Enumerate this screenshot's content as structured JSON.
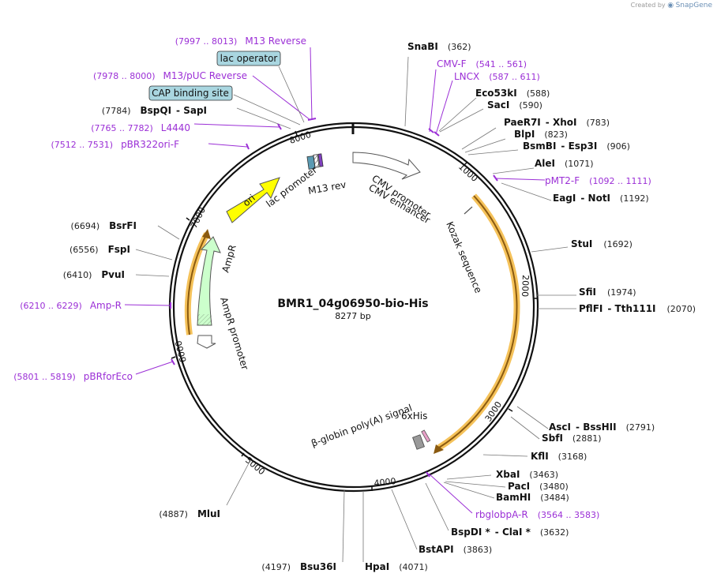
{
  "credit": {
    "prefix": "Created by",
    "brand": "SnapGene"
  },
  "plasmid": {
    "name": "BMR1_04g06950-bio-His",
    "length_label": "8277 bp",
    "length": 8277
  },
  "ticks": [
    "1000",
    "2000",
    "3000",
    "4000",
    "5000",
    "6000",
    "7000",
    "8000"
  ],
  "tick_values": [
    1000,
    2000,
    3000,
    4000,
    5000,
    6000,
    7000,
    8000
  ],
  "colors": {
    "primer": "#9b2fd6",
    "orf": "#f5c25a",
    "ori": "#ffff00",
    "ampr": "#ccffcc",
    "box": "#a9d6e0"
  },
  "enzymes": [
    {
      "name": "SnaBI",
      "pos": "(362)"
    },
    {
      "name": "Eco53kI",
      "pos": "(588)"
    },
    {
      "name": "SacI",
      "pos": "(590)"
    },
    {
      "name": "PaeR7I",
      "name2": "XhoI",
      "pos": "(783)"
    },
    {
      "name": "BlpI",
      "pos": "(823)"
    },
    {
      "name": "BsmBI",
      "name2": "Esp3I",
      "pos": "(906)"
    },
    {
      "name": "AleI",
      "pos": "(1071)"
    },
    {
      "name": "EagI",
      "name2": "NotI",
      "pos": "(1192)"
    },
    {
      "name": "StuI",
      "pos": "(1692)"
    },
    {
      "name": "SfiI",
      "pos": "(1974)"
    },
    {
      "name": "PflFI",
      "name2": "Tth111I",
      "pos": "(2070)"
    },
    {
      "name": "AscI",
      "name2": "BssHII",
      "pos": "(2791)"
    },
    {
      "name": "SbfI",
      "pos": "(2881)"
    },
    {
      "name": "KflI",
      "pos": "(3168)"
    },
    {
      "name": "XbaI",
      "pos": "(3463)"
    },
    {
      "name": "PacI",
      "pos": "(3480)"
    },
    {
      "name": "BamHI",
      "pos": "(3484)"
    },
    {
      "name": "BspDI *",
      "name2": "ClaI *",
      "pos": "(3632)"
    },
    {
      "name": "BstAPI",
      "pos": "(3863)"
    },
    {
      "name": "HpaI",
      "pos": "(4071)"
    },
    {
      "name": "Bsu36I",
      "pos": "(4197)"
    },
    {
      "name": "MluI",
      "pos": "(4887)"
    },
    {
      "name": "PvuI",
      "pos": "(6410)"
    },
    {
      "name": "FspI",
      "pos": "(6556)"
    },
    {
      "name": "BsrFI",
      "pos": "(6694)"
    },
    {
      "name": "BspQI",
      "name2": "SapI",
      "pos": "(7784)"
    }
  ],
  "primers": [
    {
      "name": "M13 Reverse",
      "pos": "(7997 .. 8013)"
    },
    {
      "name": "M13/pUC Reverse",
      "pos": "(7978 .. 8000)"
    },
    {
      "name": "L4440",
      "pos": "(7765 .. 7782)"
    },
    {
      "name": "pBR322ori-F",
      "pos": "(7512 .. 7531)"
    },
    {
      "name": "CMV-F",
      "pos": "(541 .. 561)"
    },
    {
      "name": "LNCX",
      "pos": "(587 .. 611)"
    },
    {
      "name": "pMT2-F",
      "pos": "(1092 .. 1111)"
    },
    {
      "name": "rbglobpA-R",
      "pos": "(3564 .. 3583)"
    },
    {
      "name": "Amp-R",
      "pos": "(6210 .. 6229)"
    },
    {
      "name": "pBRforEco",
      "pos": "(5801 .. 5819)"
    }
  ],
  "boxed_features": [
    "lac operator",
    "CAP binding site"
  ],
  "features": {
    "cmv_promoter": "CMV promoter",
    "cmv_enhancer": "CMV enhancer",
    "kozak": "Kozak sequence",
    "his": "6xHis",
    "globin": "β-globin poly(A) signal",
    "ori": "ori",
    "lac_promoter": "lac promoter",
    "m13_rev": "M13 rev",
    "ampr": "AmpR",
    "ampr_promoter": "AmpR promoter"
  }
}
